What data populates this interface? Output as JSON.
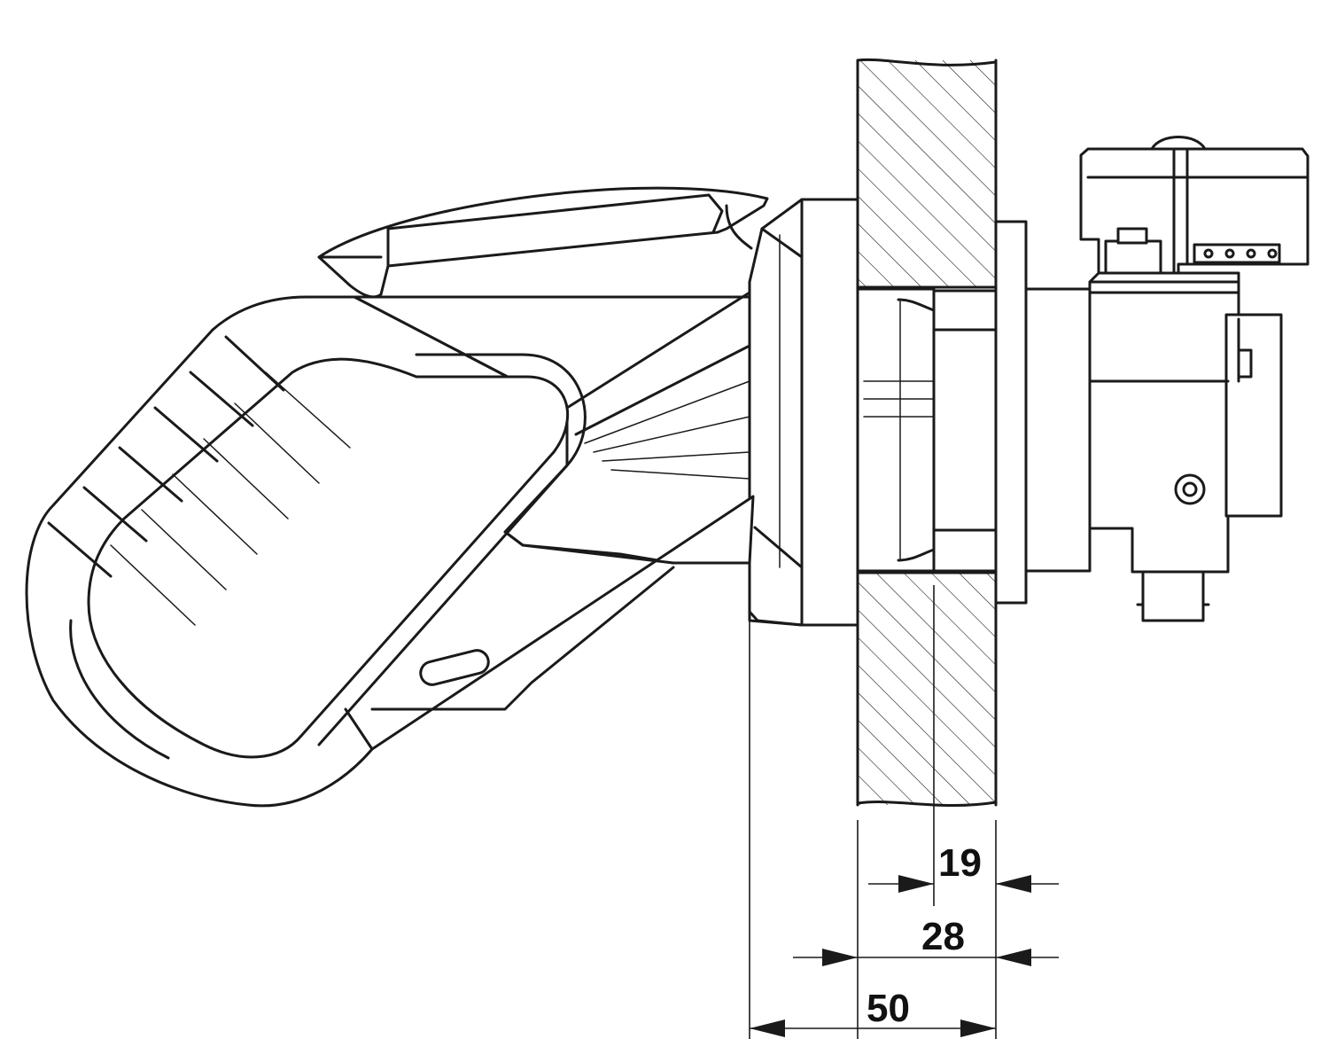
{
  "dimensions": {
    "d19": "19",
    "d28": "28",
    "d50": "50"
  },
  "colors": {
    "line": "#1a1a1a",
    "background": "#ffffff"
  }
}
